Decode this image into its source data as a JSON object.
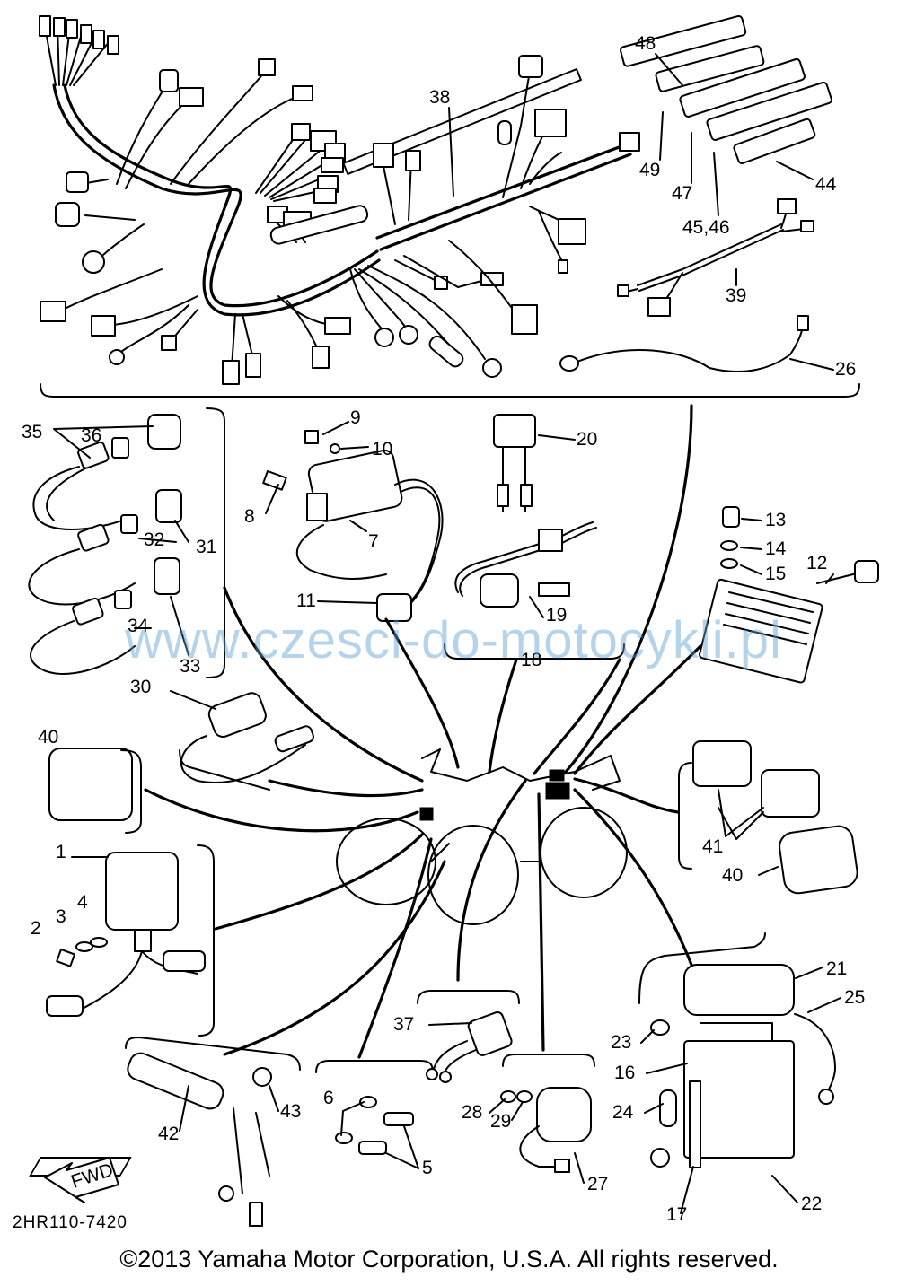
{
  "diagram": {
    "drawing_code": "2HR110-7420",
    "fwd_label": "FWD",
    "watermark": "www.czesci-do-motocykli.pl",
    "copyright": "©2013 Yamaha Motor Corporation, U.S.A. All rights reserved.",
    "callouts": [
      {
        "id": "c48",
        "text": "48"
      },
      {
        "id": "c38",
        "text": "38"
      },
      {
        "id": "c49",
        "text": "49"
      },
      {
        "id": "c47",
        "text": "47"
      },
      {
        "id": "c44",
        "text": "44"
      },
      {
        "id": "c4546",
        "text": "45,46"
      },
      {
        "id": "c39",
        "text": "39"
      },
      {
        "id": "c26",
        "text": "26"
      },
      {
        "id": "c35",
        "text": "35"
      },
      {
        "id": "c36",
        "text": "36"
      },
      {
        "id": "c9",
        "text": "9"
      },
      {
        "id": "c10",
        "text": "10"
      },
      {
        "id": "c20",
        "text": "20"
      },
      {
        "id": "c8",
        "text": "8"
      },
      {
        "id": "c7",
        "text": "7"
      },
      {
        "id": "c32",
        "text": "32"
      },
      {
        "id": "c31",
        "text": "31"
      },
      {
        "id": "c13",
        "text": "13"
      },
      {
        "id": "c14",
        "text": "14"
      },
      {
        "id": "c15",
        "text": "15"
      },
      {
        "id": "c12",
        "text": "12"
      },
      {
        "id": "c11",
        "text": "11"
      },
      {
        "id": "c19",
        "text": "19"
      },
      {
        "id": "c34",
        "text": "34"
      },
      {
        "id": "c18",
        "text": "18"
      },
      {
        "id": "c33",
        "text": "33"
      },
      {
        "id": "c30",
        "text": "30"
      },
      {
        "id": "c40a",
        "text": "40"
      },
      {
        "id": "c1",
        "text": "1"
      },
      {
        "id": "c41",
        "text": "41"
      },
      {
        "id": "c40b",
        "text": "40"
      },
      {
        "id": "c3",
        "text": "3"
      },
      {
        "id": "c4",
        "text": "4"
      },
      {
        "id": "c2",
        "text": "2"
      },
      {
        "id": "c21",
        "text": "21"
      },
      {
        "id": "c25",
        "text": "25"
      },
      {
        "id": "c37",
        "text": "37"
      },
      {
        "id": "c23",
        "text": "23"
      },
      {
        "id": "c16",
        "text": "16"
      },
      {
        "id": "c43",
        "text": "43"
      },
      {
        "id": "c6",
        "text": "6"
      },
      {
        "id": "c28",
        "text": "28"
      },
      {
        "id": "c29",
        "text": "29"
      },
      {
        "id": "c24",
        "text": "24"
      },
      {
        "id": "c42",
        "text": "42"
      },
      {
        "id": "c5",
        "text": "5"
      },
      {
        "id": "c27",
        "text": "27"
      },
      {
        "id": "c22",
        "text": "22"
      },
      {
        "id": "c17",
        "text": "17"
      }
    ]
  }
}
